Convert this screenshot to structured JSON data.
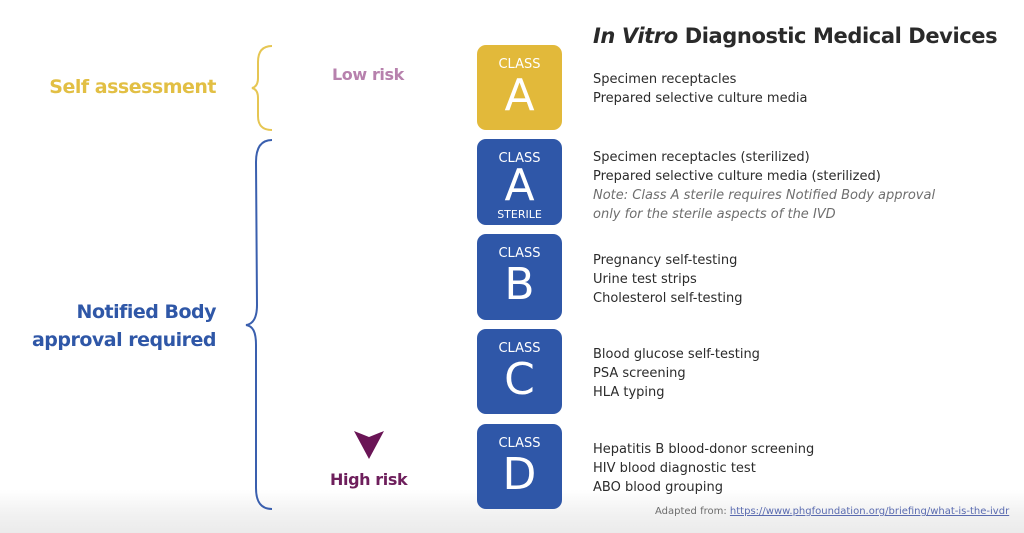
{
  "title": {
    "italic_part": "In Vitro",
    "rest": " Diagnostic Medical Devices"
  },
  "groups": {
    "self_assessment": "Self assessment",
    "notified_body_line1": "Notified Body",
    "notified_body_line2": "approval required"
  },
  "risk": {
    "low": "Low risk",
    "high": "High risk"
  },
  "colors": {
    "yellow": "#e2b93a",
    "blue": "#2f57a8",
    "arrow_start": "#c494bf",
    "arrow_end": "#6a1556"
  },
  "classes": [
    {
      "label": "CLASS",
      "letter": "A",
      "sub": "",
      "examples": [
        "Specimen receptacles",
        "Prepared selective culture media"
      ],
      "note": []
    },
    {
      "label": "CLASS",
      "letter": "A",
      "sub": "STERILE",
      "examples": [
        "Specimen receptacles (sterilized)",
        "Prepared selective culture media (sterilized)"
      ],
      "note": [
        "Note: Class A sterile requires Notified Body approval",
        "only for the sterile aspects of the IVD"
      ]
    },
    {
      "label": "CLASS",
      "letter": "B",
      "sub": "",
      "examples": [
        "Pregnancy self-testing",
        "Urine test strips",
        "Cholesterol self-testing"
      ],
      "note": []
    },
    {
      "label": "CLASS",
      "letter": "C",
      "sub": "",
      "examples": [
        "Blood glucose self-testing",
        "PSA screening",
        "HLA typing"
      ],
      "note": []
    },
    {
      "label": "CLASS",
      "letter": "D",
      "sub": "",
      "examples": [
        "Hepatitis B blood-donor screening",
        "HIV blood diagnostic test",
        "ABO blood grouping"
      ],
      "note": []
    }
  ],
  "credit": {
    "prefix": "Adapted from: ",
    "link": "https://www.phgfoundation.org/briefing/what-is-the-ivdr"
  }
}
